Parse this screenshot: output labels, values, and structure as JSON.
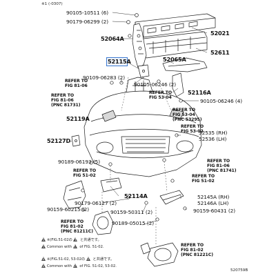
{
  "header": {
    "code": "※1 (-0307)"
  },
  "parts": {
    "p90105_10511": "90105-10511 (6)",
    "p90179_06299": "90179-06299 (2)",
    "p52064A": "52064A",
    "p52021": "52021",
    "p52611": "52611",
    "p52115A": "52115A",
    "p52065A": "52065A",
    "p90109_06283": "90109-06283 (2)",
    "p90105_06246_a": "90105-06246 (2)",
    "p52116A": "52116A",
    "p90105_06246_b": "90105-06246 (4)",
    "p52119A": "52119A",
    "p52535": "52535 (RH)",
    "p52536": "52536 (LH)",
    "p52127D": "52127D",
    "p90189_06193": "90189-06193 (5)",
    "p52114A": "52114A",
    "p90179_06127": "90179-06127 (2)",
    "p90159_60215": "90159-60215 (2)",
    "p52145A": "52145A (RH)",
    "p52146A": "52146A (LH)",
    "p90159_50311": "90159-50311 (2)",
    "p90159_60431": "90159-60431 (2)",
    "p90189_05015": "90189-05015 (2)"
  },
  "refs": {
    "r_fig8106_top": [
      "REFER TO",
      "FIG 81-06"
    ],
    "r_fig8106_pnc": [
      "REFER TO",
      "FIG 81-06",
      "(PNC 81731)"
    ],
    "r_fig5304": [
      "REFER TO",
      "FIG 53-04"
    ],
    "r_fig5304_pnc": [
      "REFER TO",
      "FIG 53-04",
      "(PNC 53295)"
    ],
    "r_fig5302": [
      "REFER TO",
      "FIG 53-02"
    ],
    "r_fig8106_right": [
      "REFER TO",
      "FIG 81-06",
      "(PNC 81741)"
    ],
    "r_fig5102_left": [
      "REFER TO",
      "FIG 51-02"
    ],
    "r_fig5102_right": [
      "REFER TO",
      "FIG 51-02"
    ],
    "r_fig8102_pnc": [
      "REFER TO",
      "FIG 81-02",
      "(PNC 81211C)"
    ],
    "r_fig8102_pnc2": [
      "REFER TO",
      "FIG 81-02",
      "(PNC 81221C)"
    ]
  },
  "notes": {
    "n1a": "※(FIG.51-02の ",
    "n1b": " と共通です。",
    "n1c": "Common with ",
    "n1d": " of FIG. 51-02.",
    "n2a": "※(FIG.51-02, 53-02の ",
    "n2b": " と共通です。",
    "n2c": "Common with ",
    "n2d": " of FIG. 51-02, 53-02.",
    "badge1": "1",
    "badge2": "2"
  },
  "footer": {
    "figure_code": "520759B"
  },
  "colors": {
    "line": "#1a1a1a",
    "highlight": "#3a78d0",
    "fill": "#ffffff",
    "shade": "#d8d8d8"
  }
}
